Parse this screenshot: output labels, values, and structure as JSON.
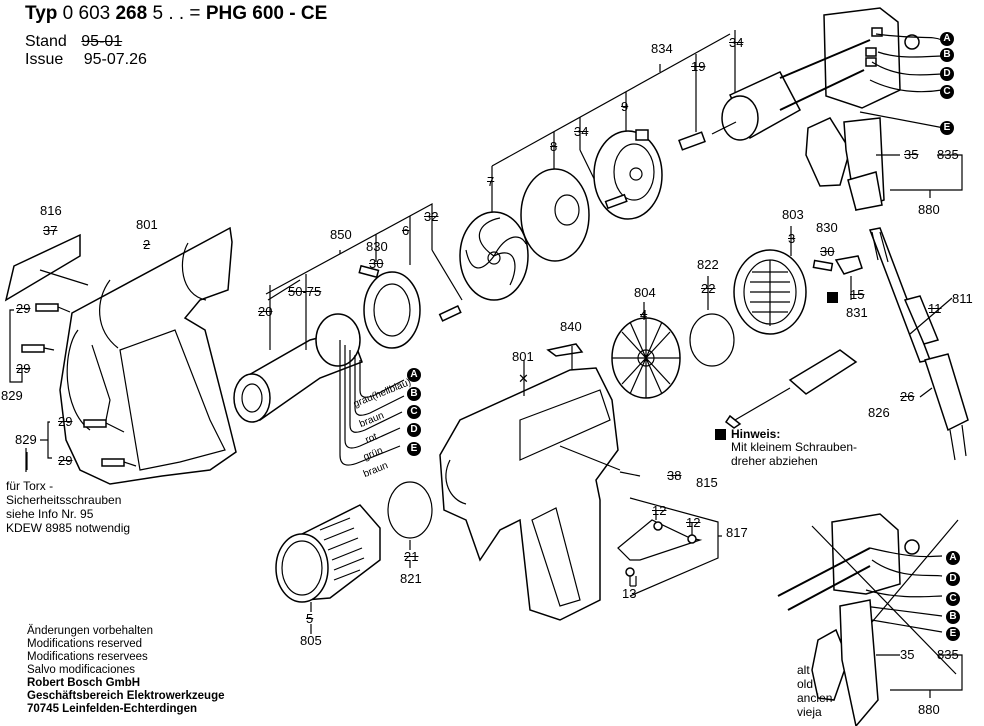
{
  "header": {
    "typ_prefix": "Typ",
    "typ_number": "0 603",
    "typ_number_bold": "268",
    "typ_suffix": "5 . . =",
    "model": "PHG 600 - CE",
    "stand_label": "Stand",
    "stand_value": "95-01",
    "issue_label": "Issue",
    "issue_value": "95-07.26"
  },
  "part_labels": {
    "p816": "816",
    "p816_qty": "37",
    "p801a": "801",
    "p801a_qty": "2",
    "p829a": "829",
    "p829a_qty1": "29",
    "p829a_qty2": "29",
    "p829b": "829",
    "p829b_qty1": "29",
    "p829b_qty2": "29",
    "p850": "850",
    "p830a": "830",
    "p830a_qty": "30",
    "p20": "20",
    "p5075": "50-75",
    "p6": "6",
    "p32": "32",
    "p834": "834",
    "p7": "7",
    "p8": "8",
    "p34a": "34",
    "p9": "9",
    "p19": "19",
    "p34b": "34",
    "p835a": "835",
    "p835a_qty": "35",
    "p880a": "880",
    "p803": "803",
    "p803_qty": "3",
    "p830b": "830",
    "p830b_qty": "30",
    "p822": "822",
    "p822_qty": "22",
    "p804": "804",
    "p804_qty": "4",
    "p831": "831",
    "p831_qty": "15",
    "p811": "811",
    "p811_qty": "11",
    "p840": "840",
    "p801b": "801",
    "p826": "826",
    "p826_qty": "26",
    "p815": "815",
    "p815_qty": "38",
    "p817": "817",
    "p817_qty1": "12",
    "p817_qty2": "12",
    "p13": "13",
    "p821": "821",
    "p821_qty": "21",
    "p805": "805",
    "p805_qty": "5",
    "p835b": "835",
    "p835b_qty": "35",
    "p880b": "880"
  },
  "wires": [
    {
      "label": "grau(hellblau)",
      "letter": "A"
    },
    {
      "label": "braun",
      "letter": "B"
    },
    {
      "label": "rot",
      "letter": "C"
    },
    {
      "label": "grün",
      "letter": "D"
    },
    {
      "label": "braun",
      "letter": "E"
    }
  ],
  "switch_top_letters": [
    "A",
    "B",
    "D",
    "C",
    "E"
  ],
  "switch_bottom_letters": [
    "A",
    "D",
    "C",
    "B",
    "E"
  ],
  "torx_note": "für Torx -\nSicherheitsschrauben\nsiehe Info Nr. 95\nKDEW 8985 notwendig",
  "hint": {
    "title": "Hinweis:",
    "text": "Mit kleinem Schrauben-\ndreher abziehen"
  },
  "old_version_note": "alt\nold\nancien\nvieja",
  "footer": {
    "lines": [
      "Änderungen vorbehalten",
      "Modifications reserved",
      "Modifications reservees",
      "Salvo modificaciones"
    ],
    "company": "Robert Bosch GmbH",
    "division": "Geschäftsbereich Elektrowerkzeuge",
    "address": "70745 Leinfelden-Echterdingen"
  }
}
